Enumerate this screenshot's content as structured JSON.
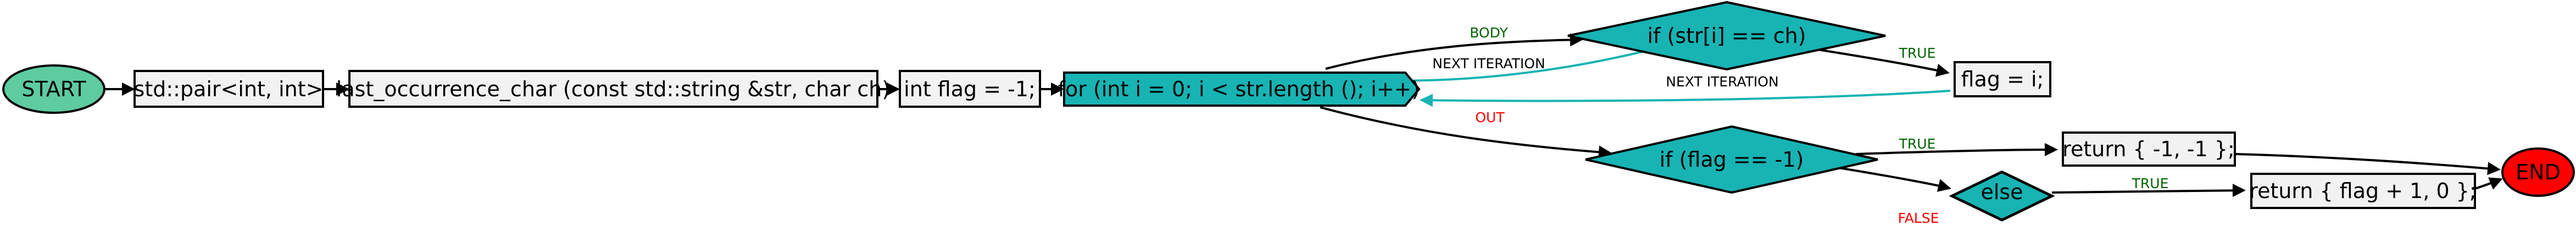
{
  "colors": {
    "start_fill": "#5ecba1",
    "end_fill": "#ff0000",
    "teal_fill": "#18b3b3",
    "box_fill": "#f2f2f2",
    "edge_black": "#000000",
    "edge_teal": "#18b3b3",
    "label_green": "#006400",
    "label_red": "#ff0000",
    "label_black": "#000000"
  },
  "nodes": {
    "start": "START",
    "pair": "std::pair<int, int>",
    "func": "last_occurrence_char (const std::string &str, char ch)",
    "flag_init": "int flag = -1;",
    "for_loop": "for (int i = 0; i < str.length (); i++)",
    "if_match": "if (str[i] == ch)",
    "flag_assign": "flag = i;",
    "if_flag": "if (flag == -1)",
    "else_node": "else",
    "return_neg": "return { -1, -1 };",
    "return_flag": "return { flag + 1, 0 };",
    "end": "END"
  },
  "edge_labels": {
    "body": "BODY",
    "next_iteration_1": "NEXT ITERATION",
    "next_iteration_2": "NEXT ITERATION",
    "true_1": "TRUE",
    "out": "OUT",
    "true_2": "TRUE",
    "false_1": "FALSE",
    "true_3": "TRUE"
  }
}
